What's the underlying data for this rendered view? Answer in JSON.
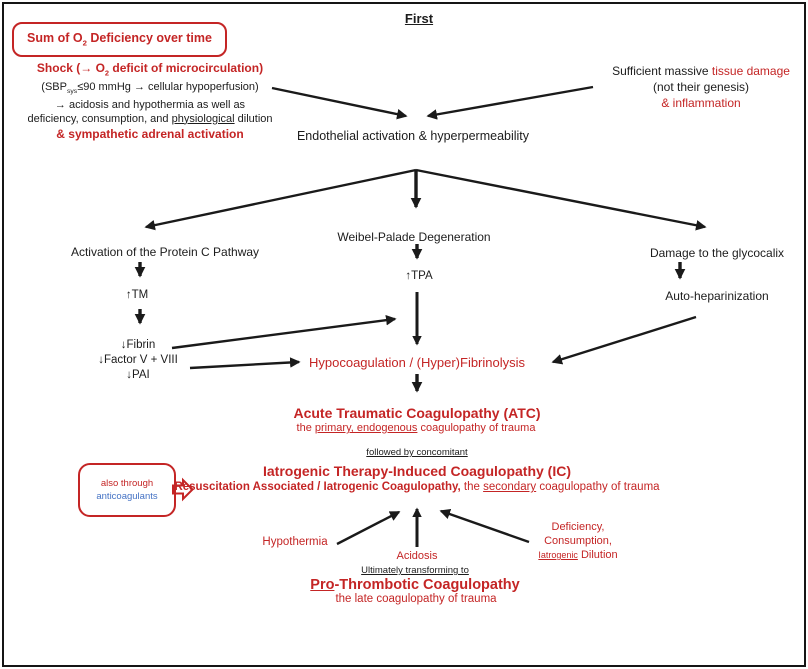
{
  "colors": {
    "red": "#c42525",
    "blue": "#4472c4",
    "ink": "#1c1c1c"
  },
  "header": {
    "title": "First"
  },
  "oxygen_box": {
    "prefix": "Sum of O",
    "sub": "2",
    "suffix": " Deficiency over time"
  },
  "shock": {
    "line1_pre": "Shock (→ O",
    "line1_sub": "2",
    "line1_post": " deficit of microcirculation)",
    "line2_pre": "(SBP",
    "line2_sub": "sys",
    "line2_post": "≤90 mmHg → cellular hypoperfusion)",
    "line3": "→ acidosis and hypothermia as well as",
    "line4_pre": "deficiency, consumption, and ",
    "line4_underlined": "physiological",
    "line4_post": " dilution",
    "line5": "& sympathetic adrenal activation"
  },
  "tissue": {
    "line1_black": "Sufficient massive ",
    "line1_red": "tissue damage",
    "line2": "(not their genesis)",
    "line3": "& inflammation"
  },
  "endothelial": {
    "label": "Endothelial activation & hyperpermeability"
  },
  "branches": {
    "protein_c": "Activation of the Protein C Pathway",
    "tm": "↑TM",
    "weibel": "Weibel-Palade Degeneration",
    "tpa": "↑TPA",
    "glycocalyx": "Damage to the glycocalix",
    "auto_heparinization": "Auto-heparinization",
    "fibrin": "↓Fibrin",
    "factor": "↓Factor V + VIII",
    "pai": "↓PAI"
  },
  "hypocoagulation": {
    "label": "Hypocoagulation / (Hyper)Fibrinolysis"
  },
  "atc": {
    "title": "Acute Traumatic Coagulopathy (ATC)",
    "sub_pre": "the ",
    "sub_underlined": "primary, endogenous",
    "sub_post": " coagulopathy of trauma"
  },
  "ic": {
    "followed_by": "followed by concomitant",
    "title": "Iatrogenic Therapy-Induced Coagulopathy (IC)",
    "sub_bold": "Resuscitation Associated / Iatrogenic Coagulopathy,",
    "sub_mid": " the ",
    "sub_underlined": "secondary",
    "sub_post": " coagulopathy of trauma"
  },
  "anticoagulants_box": {
    "line1": "also through",
    "line2": "anticoagulants"
  },
  "contributors": {
    "hypothermia": "Hypothermia",
    "acidosis": "Acidosis",
    "deficiency": "Deficiency,",
    "consumption": "Consumption,",
    "iatrogenic": "Iatrogenic",
    "dilution": " Dilution"
  },
  "pro_thrombotic": {
    "lead": "Ultimately transforming to",
    "title_underlined": "Pro",
    "title_rest": "-Thrombotic Coagulopathy",
    "sub": "the late coagulopathy of trauma"
  }
}
